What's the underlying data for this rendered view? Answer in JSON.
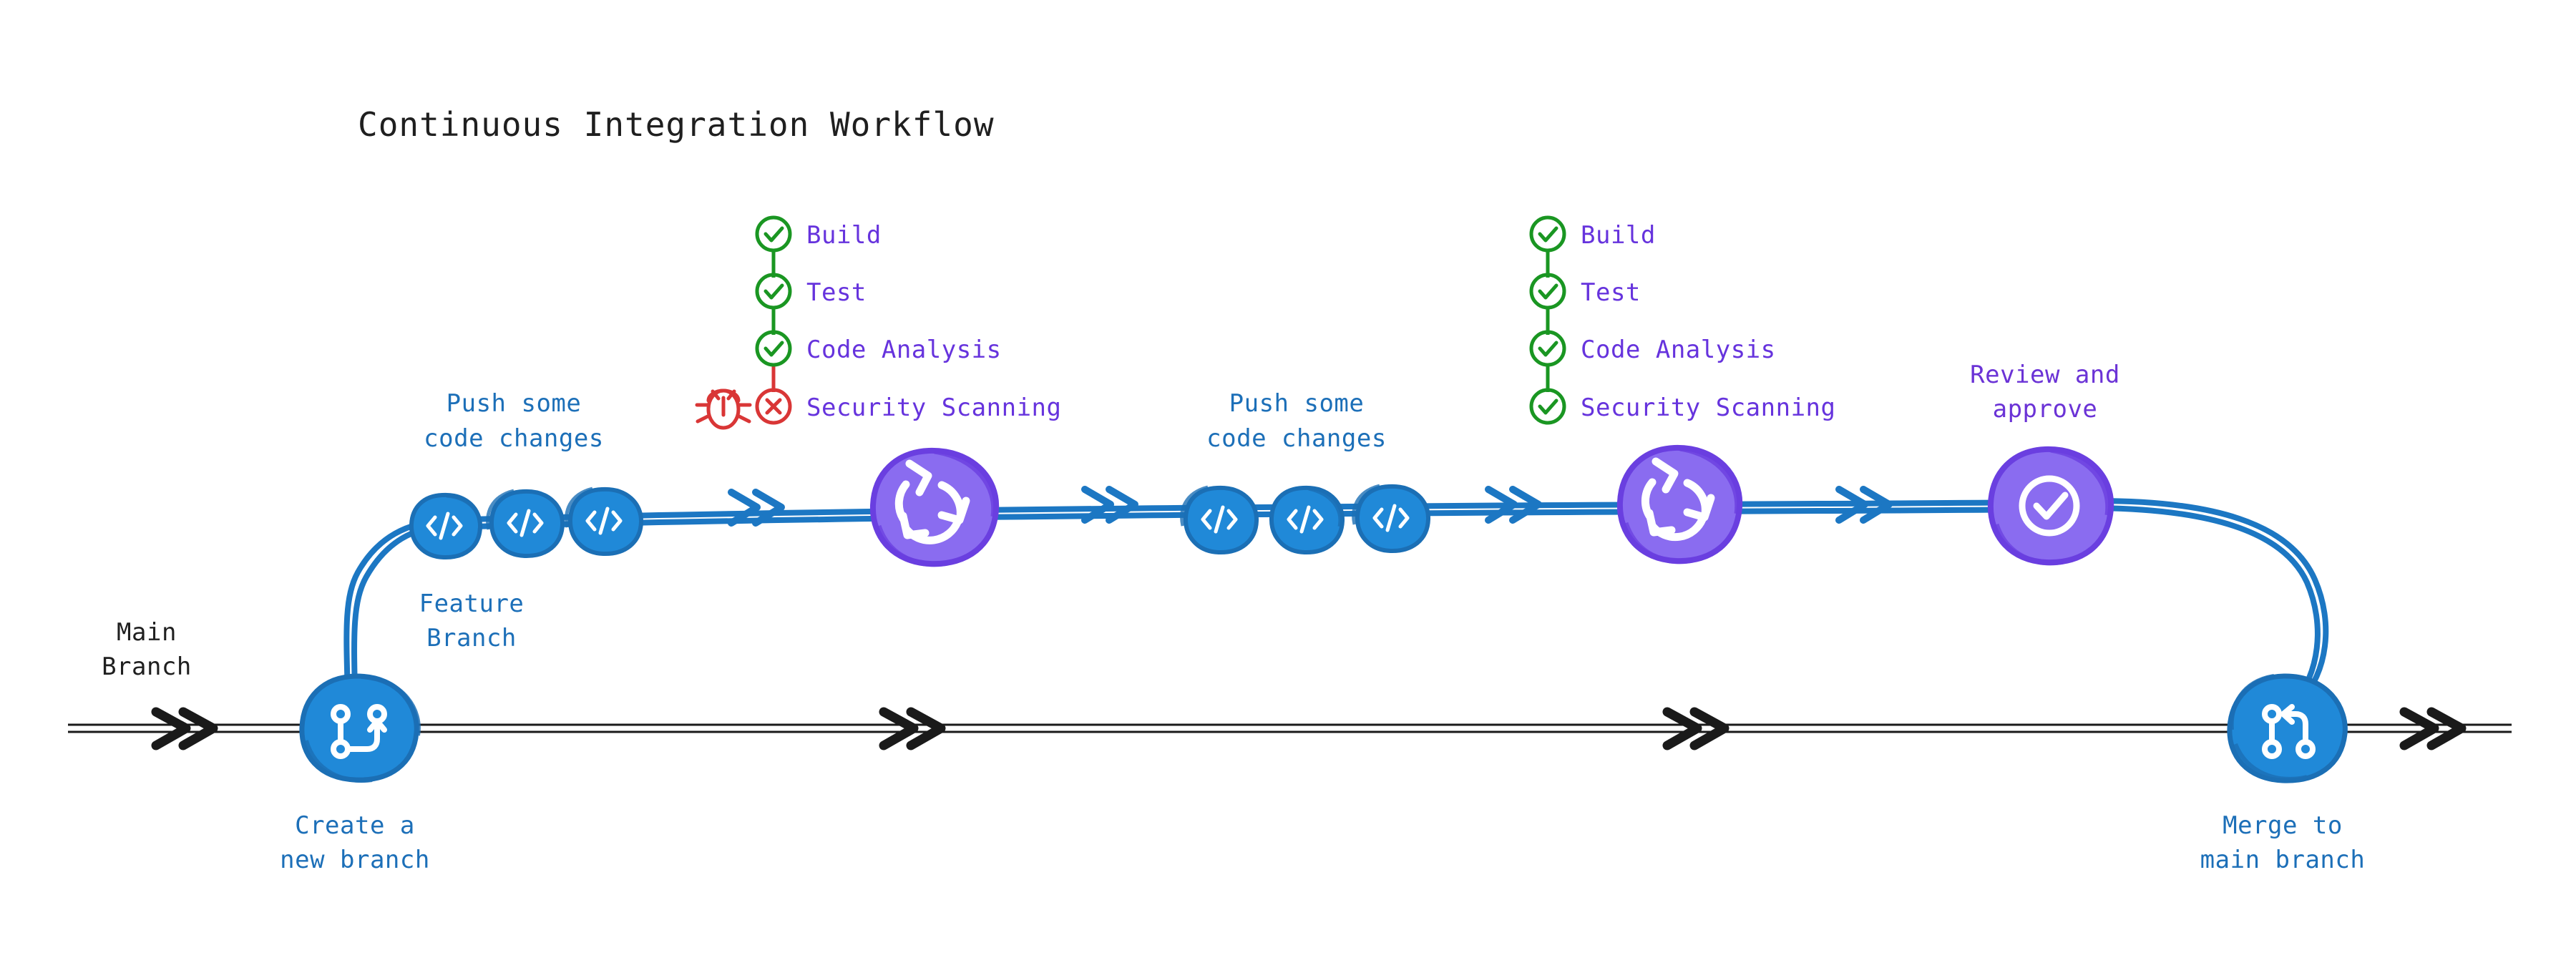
{
  "title": "Continuous Integration Workflow",
  "colors": {
    "commit_fill": "#2089d8",
    "commit_stroke": "#1b6fb5",
    "ci_fill": "#8a6cf0",
    "ci_stroke": "#6a3fe0",
    "branch_line": "#1c77c3",
    "main_line": "#1a1a1a",
    "pass_green": "#1a9622",
    "fail_red": "#d93636",
    "label_blue": "#1c6fb8",
    "label_purple": "#6b33d6",
    "checklist_label": "#6633dd",
    "title_color": "#1f1f1f",
    "background": "#ffffff"
  },
  "main_branch": {
    "label": "Main\nBranch",
    "label_line1": "Main",
    "label_line2": "Branch"
  },
  "feature_branch": {
    "label_line1": "Feature",
    "label_line2": "Branch"
  },
  "nodes": [
    {
      "id": "create-branch",
      "icon": "git-branch-icon",
      "label_line1": "Create a",
      "label_line2": "new branch",
      "kind": "commit",
      "lane": "main"
    },
    {
      "id": "commit-1",
      "icon": "code-icon",
      "kind": "commit",
      "lane": "feature"
    },
    {
      "id": "commit-2",
      "icon": "code-icon",
      "kind": "commit",
      "lane": "feature"
    },
    {
      "id": "commit-3",
      "icon": "code-icon",
      "kind": "commit",
      "lane": "feature"
    },
    {
      "id": "ci-run-1",
      "icon": "sync-arrows-icon",
      "kind": "ci",
      "lane": "feature"
    },
    {
      "id": "commit-4",
      "icon": "code-icon",
      "kind": "commit",
      "lane": "feature"
    },
    {
      "id": "commit-5",
      "icon": "code-icon",
      "kind": "commit",
      "lane": "feature"
    },
    {
      "id": "commit-6",
      "icon": "code-icon",
      "kind": "commit",
      "lane": "feature"
    },
    {
      "id": "ci-run-2",
      "icon": "sync-arrows-icon",
      "kind": "ci",
      "lane": "feature"
    },
    {
      "id": "review-approve",
      "icon": "check-circle-icon",
      "label_line1": "Review and",
      "label_line2": "approve",
      "kind": "ci",
      "lane": "feature"
    },
    {
      "id": "merge-main",
      "icon": "git-merge-icon",
      "label_line1": "Merge to",
      "label_line2": "main branch",
      "kind": "commit",
      "lane": "main"
    }
  ],
  "push_labels": [
    {
      "line1": "Push some",
      "line2": "code changes"
    },
    {
      "line1": "Push some",
      "line2": "code changes"
    }
  ],
  "pipelines": [
    {
      "id": "pipeline-1",
      "steps": [
        {
          "label": "Build",
          "status": "pass",
          "icon": "check-circle-icon"
        },
        {
          "label": "Test",
          "status": "pass",
          "icon": "check-circle-icon"
        },
        {
          "label": "Code Analysis",
          "status": "pass",
          "icon": "check-circle-icon"
        },
        {
          "label": "Security Scanning",
          "status": "fail",
          "icon": "x-circle-icon",
          "extra_icon": "bug-icon"
        }
      ]
    },
    {
      "id": "pipeline-2",
      "steps": [
        {
          "label": "Build",
          "status": "pass",
          "icon": "check-circle-icon"
        },
        {
          "label": "Test",
          "status": "pass",
          "icon": "check-circle-icon"
        },
        {
          "label": "Code Analysis",
          "status": "pass",
          "icon": "check-circle-icon"
        },
        {
          "label": "Security Scanning",
          "status": "pass",
          "icon": "check-circle-icon"
        }
      ]
    }
  ]
}
